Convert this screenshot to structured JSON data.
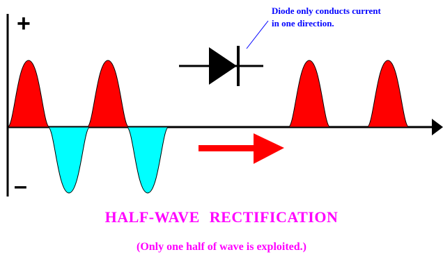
{
  "labels": {
    "plus": "+",
    "minus": "–",
    "note_line1": "Diode only conducts current",
    "note_line2": "in one direction.",
    "title": "HALF-WAVE  RECTIFICATION",
    "subtitle": "(Only one half of wave is exploited.)"
  },
  "colors": {
    "positive_half": "#ff0000",
    "negative_half": "#00ffff",
    "flow_arrow": "#ff0000",
    "axis": "#000000",
    "note_text": "#0000ff",
    "title_text": "#ff00ff",
    "subtitle_text": "#ff00ff"
  },
  "icons": {
    "diode": "diode-symbol-icon",
    "flow": "right-arrow-icon"
  },
  "waveforms": {
    "input": {
      "description_visible": false,
      "half_cycles": [
        "positive",
        "negative",
        "positive",
        "negative"
      ]
    },
    "output": {
      "half_cycles": [
        "positive",
        "positive"
      ]
    }
  }
}
